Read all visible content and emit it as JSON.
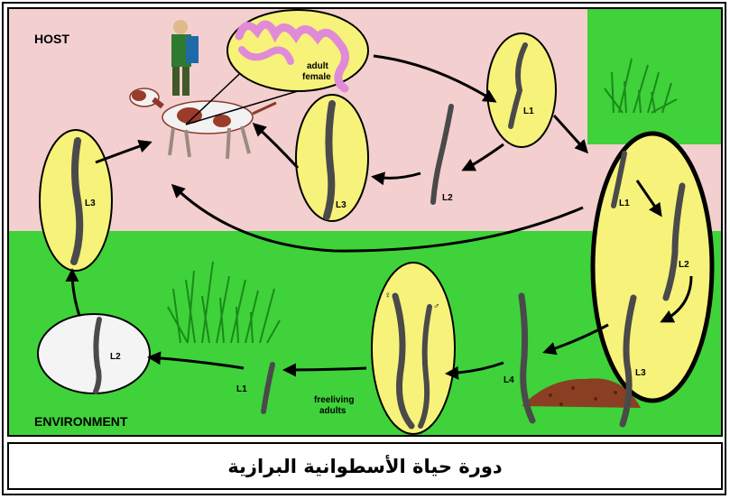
{
  "regions": {
    "host": "HOST",
    "environment": "ENVIRONMENT"
  },
  "labels": {
    "adult_female_1": "adult",
    "adult_female_2": "female",
    "l1_top": "L1",
    "l2_mid": "L2",
    "l3_mid": "L3",
    "l3_left": "L3",
    "l1_big": "L1",
    "l2_big": "L2",
    "l3_big": "L3",
    "l4": "L4",
    "freeliving_1": "freeliving",
    "freeliving_2": "adults",
    "female_symbol": "♀",
    "male_symbol": "♂",
    "l1_bottom": "L1",
    "l2_white": "L2"
  },
  "caption": "دورة حياة الأسطوانية البرازية",
  "colors": {
    "host_bg": "#f3cfcf",
    "env_bg": "#3fd23a",
    "ellipse_yellow": "#f7f27a",
    "ellipse_white": "#f4f4f4",
    "worm": "#4a4a4a",
    "intestine": "#e08ad8"
  }
}
